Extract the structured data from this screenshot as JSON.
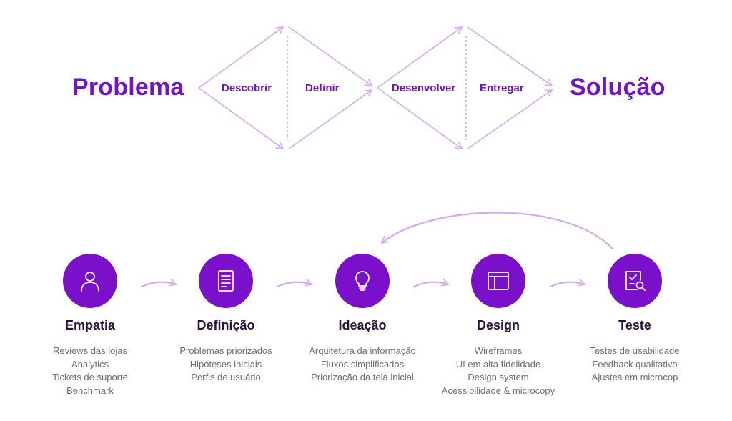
{
  "diamond": {
    "start_label": "Problema",
    "end_label": "Solução",
    "phases": [
      {
        "label": "Descobrir"
      },
      {
        "label": "Definir"
      },
      {
        "label": "Desenvolver"
      },
      {
        "label": "Entregar"
      }
    ]
  },
  "process": {
    "stages": [
      {
        "title": "Empatia",
        "icon": "user-icon",
        "items": [
          "Reviews das lojas",
          "Analytics",
          "Tickets de suporte",
          "Benchmark"
        ]
      },
      {
        "title": "Definição",
        "icon": "document-icon",
        "items": [
          "Problemas priorizados",
          "Hipóteses iniciais",
          "Perfis de usuário"
        ]
      },
      {
        "title": "Ideação",
        "icon": "lightbulb-icon",
        "items": [
          "Arquitetura da informação",
          "Fluxos simplificados",
          "Priorização da tela inicial"
        ]
      },
      {
        "title": "Design",
        "icon": "browser-window-icon",
        "items": [
          "Wireframes",
          "UI em alta fidelidade",
          "Design system",
          "Acessibilidade & microcopy"
        ]
      },
      {
        "title": "Teste",
        "icon": "checklist-search-icon",
        "items": [
          "Testes de usabilidade",
          "Feedback qualitativo",
          "Ajustes em microcop"
        ]
      }
    ]
  },
  "colors": {
    "accent": "#7312c8",
    "circle": "#7a10c9",
    "line": "#d7a8f2",
    "title_text": "#2a1240",
    "item_text": "#76687f"
  }
}
